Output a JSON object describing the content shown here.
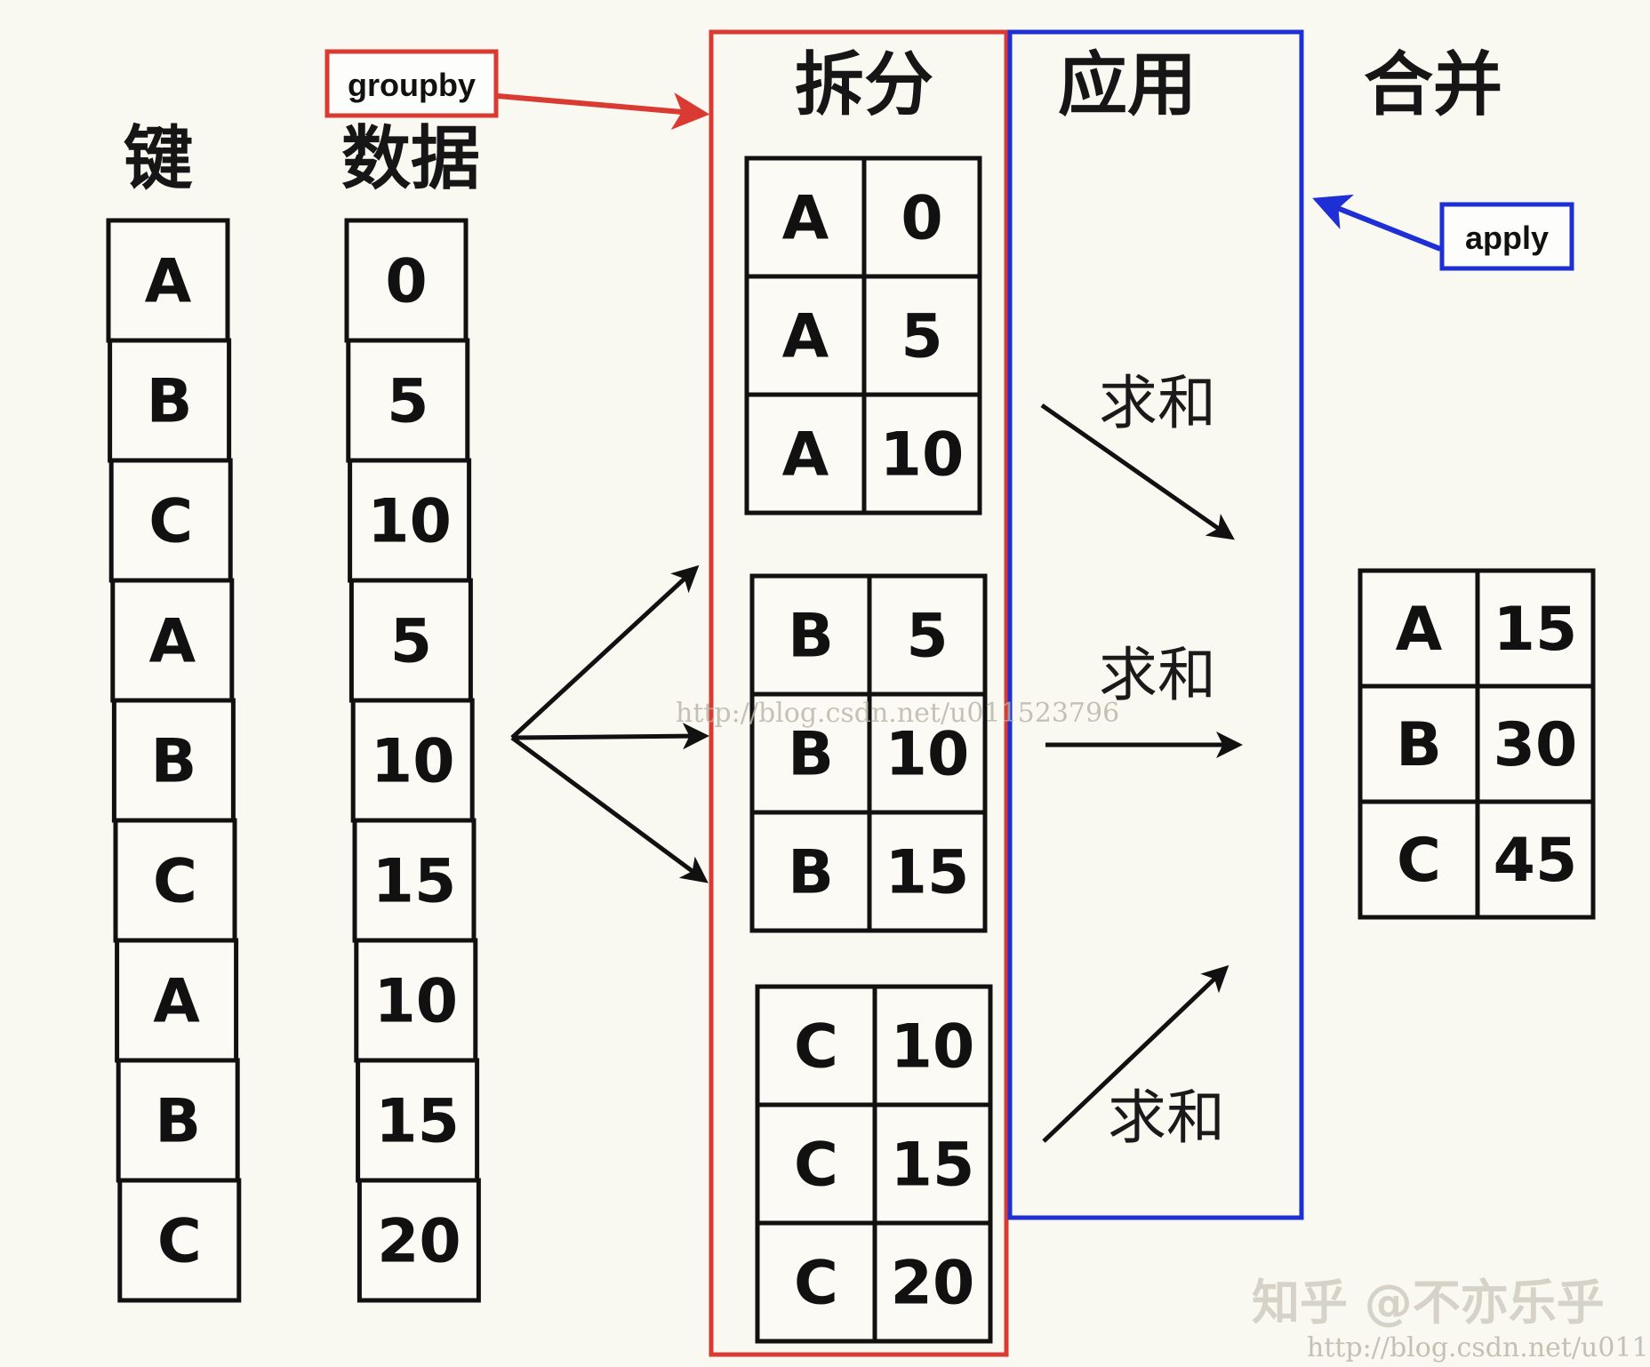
{
  "headings": {
    "key": "键",
    "data": "数据",
    "split": "拆分",
    "apply": "应用",
    "combine": "合并"
  },
  "callouts": {
    "groupby": "groupby",
    "apply": "apply"
  },
  "key_column": [
    "A",
    "B",
    "C",
    "A",
    "B",
    "C",
    "A",
    "B",
    "C"
  ],
  "data_column": [
    "0",
    "5",
    "10",
    "5",
    "10",
    "15",
    "10",
    "15",
    "20"
  ],
  "split_groups": [
    {
      "rows": [
        [
          "A",
          "0"
        ],
        [
          "A",
          "5"
        ],
        [
          "A",
          "10"
        ]
      ]
    },
    {
      "rows": [
        [
          "B",
          "5"
        ],
        [
          "B",
          "10"
        ],
        [
          "B",
          "15"
        ]
      ]
    },
    {
      "rows": [
        [
          "C",
          "10"
        ],
        [
          "C",
          "15"
        ],
        [
          "C",
          "20"
        ]
      ]
    }
  ],
  "apply_labels": [
    "求和",
    "求和",
    "求和"
  ],
  "result": [
    [
      "A",
      "15"
    ],
    [
      "B",
      "30"
    ],
    [
      "C",
      "45"
    ]
  ],
  "watermarks": {
    "center": "http://blog.csdn.net/u011523796",
    "bottom": "http://blog.csdn.net/u011",
    "zhihu": "知乎 @不亦乐乎"
  },
  "colors": {
    "split_frame": "#d93a32",
    "apply_frame": "#1f2fd6",
    "groupby_arrow": "#d93a32",
    "apply_arrow": "#1f2fd6"
  }
}
